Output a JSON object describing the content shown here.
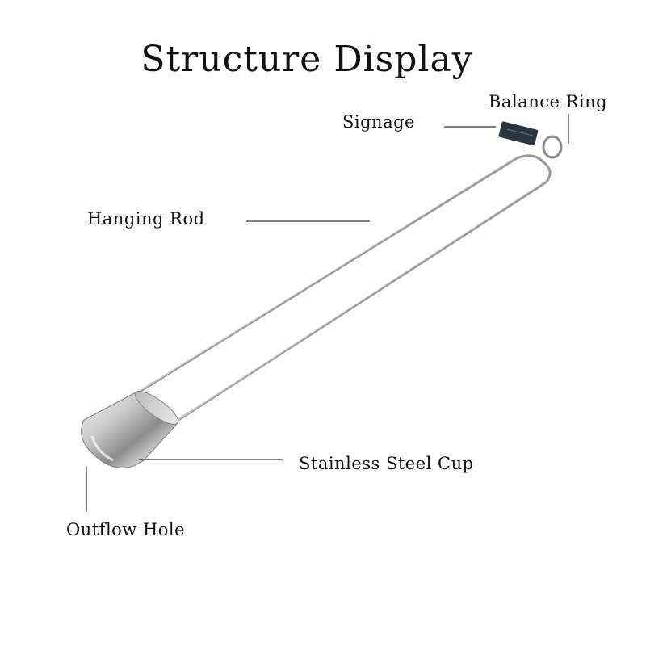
{
  "title": "Structure Display",
  "labels": {
    "balance_ring": "Balance Ring",
    "signage": "Signage",
    "hanging_rod": "Hanging Rod",
    "stainless_steel_cup": "Stainless Steel Cup",
    "outflow_hole": "Outflow Hole"
  },
  "colors": {
    "background": "#ffffff",
    "text": "#111111",
    "leader_line": "#333333",
    "rod_metal": "#9a9a9a",
    "tag": "#2b3540"
  },
  "icons": [
    "viscosity-dipper-illustration"
  ]
}
